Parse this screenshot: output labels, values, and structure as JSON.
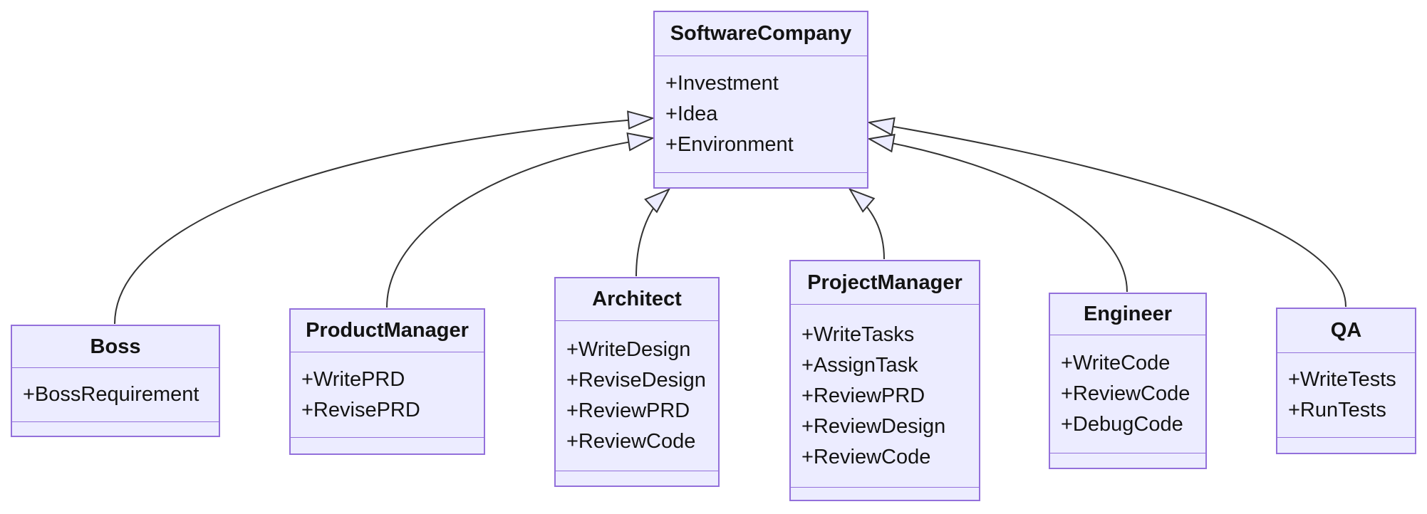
{
  "diagram": {
    "type": "uml-class-diagram",
    "root_class": "SoftwareCompany",
    "colors": {
      "box_fill": "#ECECFF",
      "box_border": "#9370DB",
      "edge_line": "#333333",
      "arrowhead_fill": "#ECECFF",
      "text": "#131313",
      "background": "#FFFFFF"
    },
    "classes": [
      {
        "name": "SoftwareCompany",
        "members": [
          "+Investment",
          "+Idea",
          "+Environment"
        ],
        "methods": []
      },
      {
        "name": "Boss",
        "members": [
          "+BossRequirement"
        ],
        "methods": []
      },
      {
        "name": "ProductManager",
        "members": [
          "+WritePRD",
          "+RevisePRD"
        ],
        "methods": []
      },
      {
        "name": "Architect",
        "members": [
          "+WriteDesign",
          "+ReviseDesign",
          "+ReviewPRD",
          "+ReviewCode"
        ],
        "methods": []
      },
      {
        "name": "ProjectManager",
        "members": [
          "+WriteTasks",
          "+AssignTask",
          "+ReviewPRD",
          "+ReviewDesign",
          "+ReviewCode"
        ],
        "methods": []
      },
      {
        "name": "Engineer",
        "members": [
          "+WriteCode",
          "+ReviewCode",
          "+DebugCode"
        ],
        "methods": []
      },
      {
        "name": "QA",
        "members": [
          "+WriteTests",
          "+RunTests"
        ],
        "methods": []
      }
    ],
    "relations": [
      {
        "from": "Boss",
        "to": "SoftwareCompany",
        "type": "inheritance"
      },
      {
        "from": "ProductManager",
        "to": "SoftwareCompany",
        "type": "inheritance"
      },
      {
        "from": "Architect",
        "to": "SoftwareCompany",
        "type": "inheritance"
      },
      {
        "from": "ProjectManager",
        "to": "SoftwareCompany",
        "type": "inheritance"
      },
      {
        "from": "Engineer",
        "to": "SoftwareCompany",
        "type": "inheritance"
      },
      {
        "from": "QA",
        "to": "SoftwareCompany",
        "type": "inheritance"
      }
    ]
  }
}
